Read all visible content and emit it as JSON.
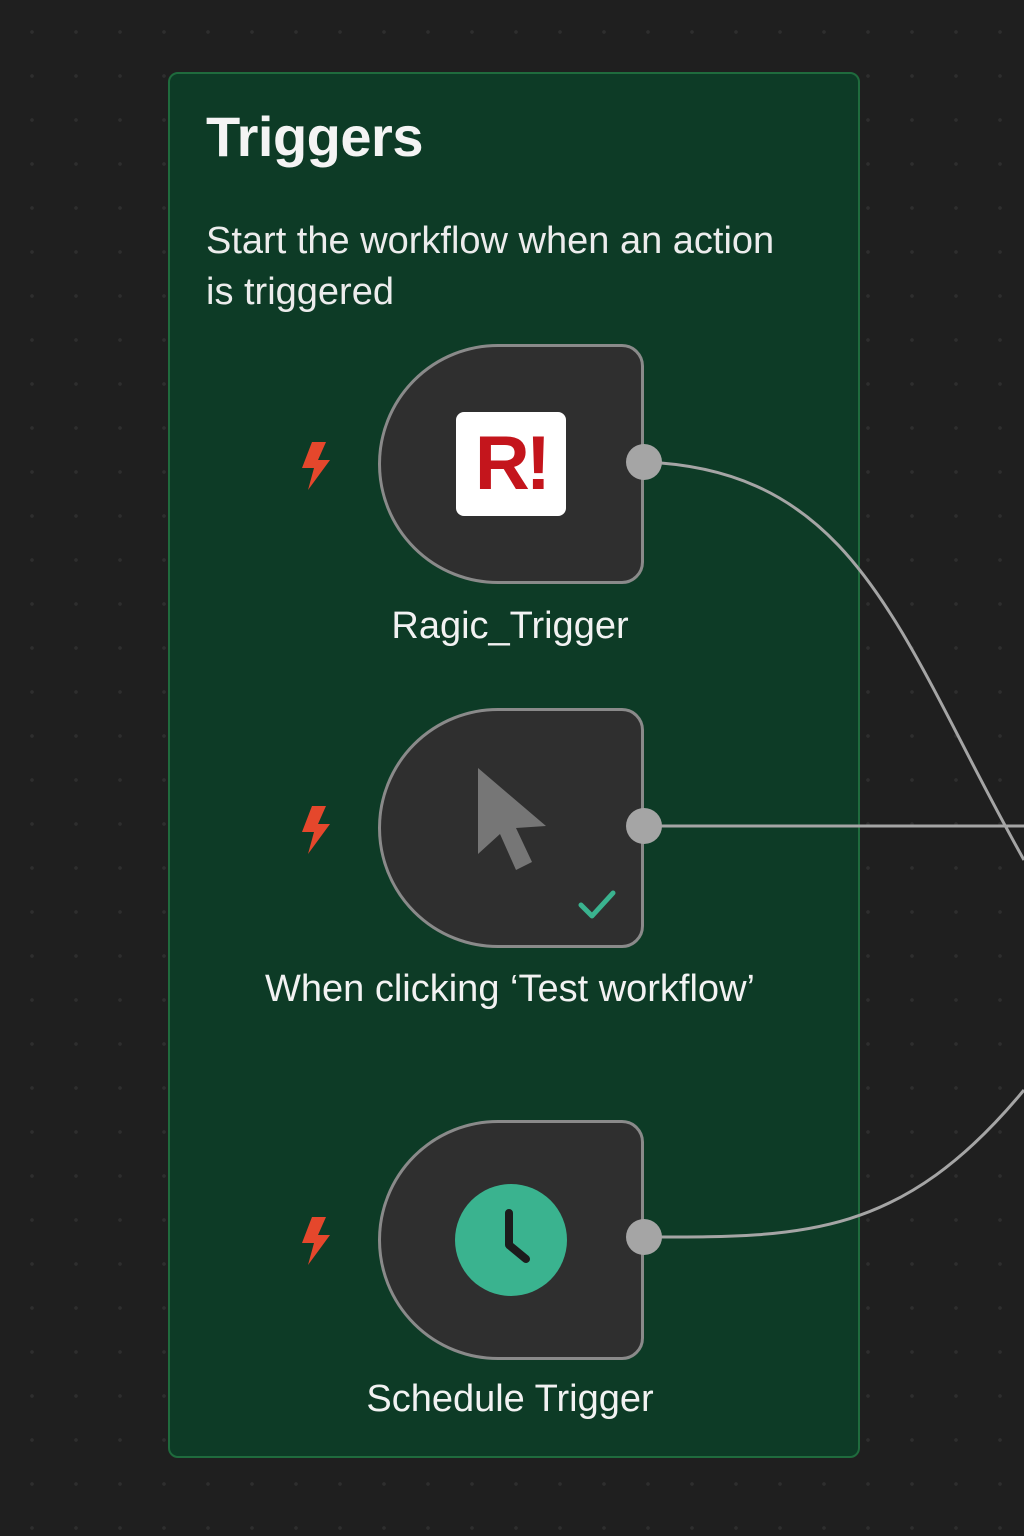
{
  "canvas": {
    "background_color": "#1f1f1f"
  },
  "sticky_note": {
    "title": "Triggers",
    "description": "Start the workflow when an action is triggered",
    "background_color": "#0d3b26",
    "border_color": "#1f6b3d"
  },
  "nodes": [
    {
      "label": "Ragic_Trigger",
      "icon": "ragic-logo-icon",
      "icon_text": "R!",
      "badge": "trigger-bolt-icon"
    },
    {
      "label": "When clicking ‘Test workflow’",
      "icon": "mouse-cursor-icon",
      "status": "success-check-icon",
      "badge": "trigger-bolt-icon"
    },
    {
      "label": "Schedule Trigger",
      "icon": "clock-icon",
      "badge": "trigger-bolt-icon"
    }
  ],
  "colors": {
    "node_background": "#2f2f2f",
    "node_border": "#8a8a8a",
    "connection": "#a5a5a5",
    "trigger_bolt": "#e5472c",
    "success": "#3ab38f",
    "clock": "#3ab38f",
    "ragic_red": "#c4151c"
  }
}
